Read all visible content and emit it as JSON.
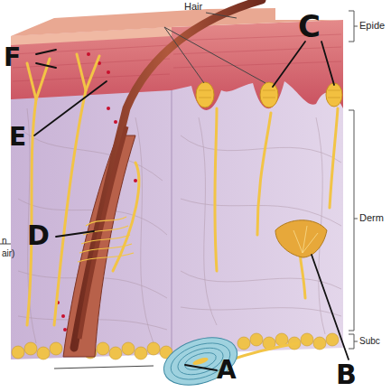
{
  "diagram": {
    "labels": [
      "Hair",
      "C",
      "F",
      "E",
      "D",
      "A",
      "B",
      "Epide",
      "Derm",
      "Subc",
      "n",
      "air)"
    ]
  }
}
